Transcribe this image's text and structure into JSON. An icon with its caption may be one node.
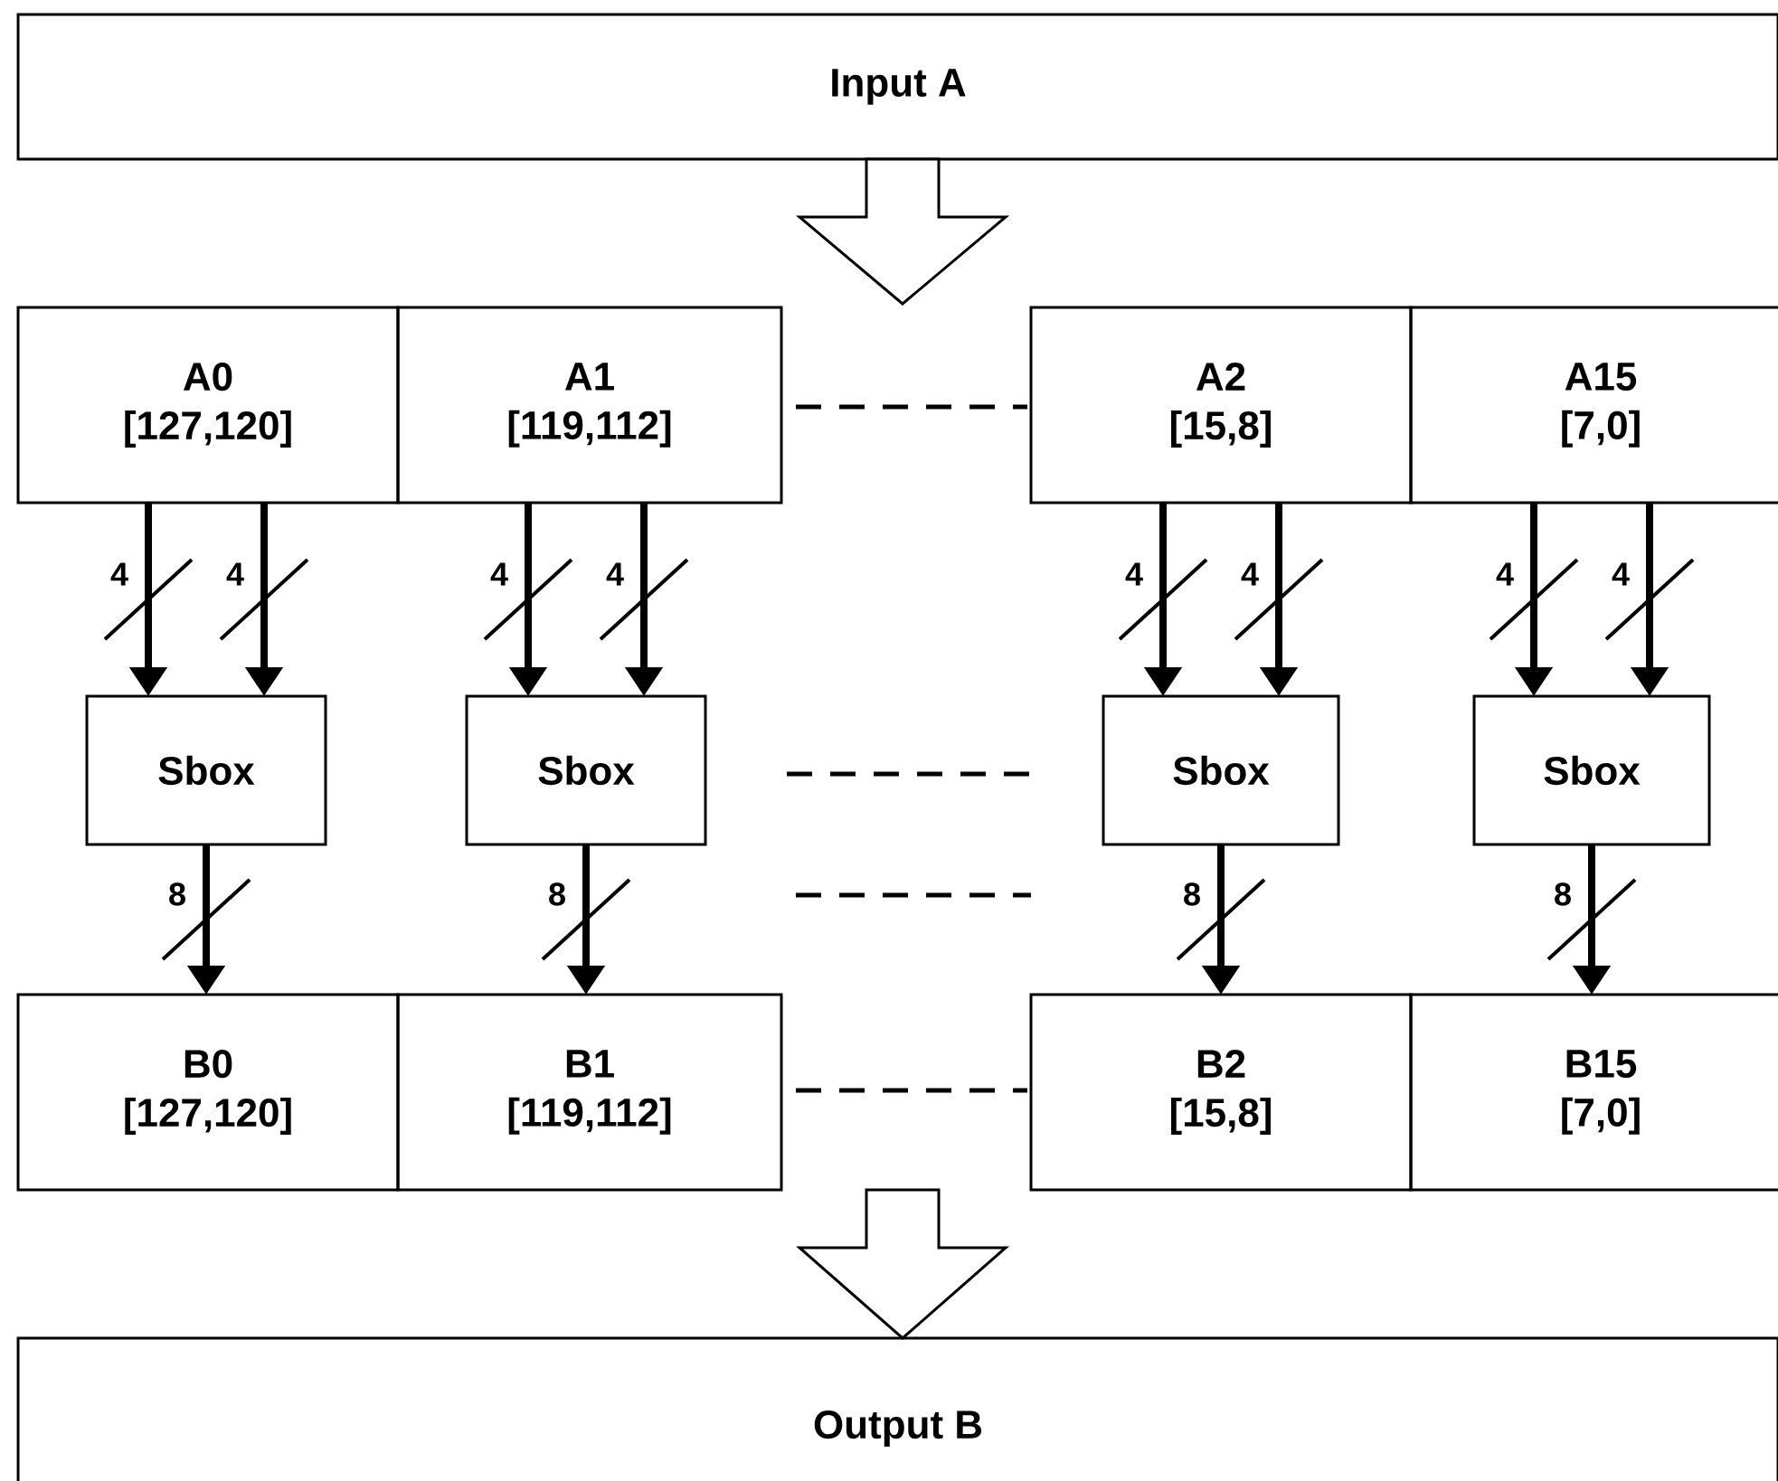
{
  "diagram": {
    "nodes": [
      {
        "text": [
          "Input A"
        ]
      },
      {
        "text": [
          "A0",
          "[127,120]"
        ]
      },
      {
        "text": [
          "A1",
          "[119,112]"
        ]
      },
      {
        "text": [
          "A2",
          "[15,8]"
        ]
      },
      {
        "text": [
          "A15",
          "[7,0]"
        ]
      },
      {
        "text": [
          "Sbox"
        ]
      },
      {
        "text": [
          "Sbox"
        ]
      },
      {
        "text": [
          "Sbox"
        ]
      },
      {
        "text": [
          "Sbox"
        ]
      },
      {
        "text": [
          "B0",
          "[127,120]"
        ]
      },
      {
        "text": [
          "B1",
          "[119,112]"
        ]
      },
      {
        "text": [
          "B2",
          "[15,8]"
        ]
      },
      {
        "text": [
          "B15",
          "[7,0]"
        ]
      },
      {
        "text": [
          "Output B"
        ]
      }
    ],
    "edges": [
      {
        "from": 0,
        "to": null,
        "arrow": "to"
      },
      {
        "from": 1,
        "to": 5,
        "arrow": "to",
        "label": "4"
      },
      {
        "from": 1,
        "to": 5,
        "arrow": "to",
        "label": "4"
      },
      {
        "from": 2,
        "to": 6,
        "arrow": "to",
        "label": "4"
      },
      {
        "from": 2,
        "to": 6,
        "arrow": "to",
        "label": "4"
      },
      {
        "from": 3,
        "to": 7,
        "arrow": "to",
        "label": "4"
      },
      {
        "from": 3,
        "to": 7,
        "arrow": "to",
        "label": "4"
      },
      {
        "from": 4,
        "to": 8,
        "arrow": "to",
        "label": "4"
      },
      {
        "from": 4,
        "to": 8,
        "arrow": "to",
        "label": "4"
      },
      {
        "from": 5,
        "to": 9,
        "arrow": "to",
        "label": "8"
      },
      {
        "from": 6,
        "to": 10,
        "arrow": "to",
        "label": "8"
      },
      {
        "from": 7,
        "to": 11,
        "arrow": "to",
        "label": "8"
      },
      {
        "from": 8,
        "to": 12,
        "arrow": "to",
        "label": "8"
      },
      {
        "from": null,
        "to": 13,
        "arrow": "to"
      }
    ]
  }
}
